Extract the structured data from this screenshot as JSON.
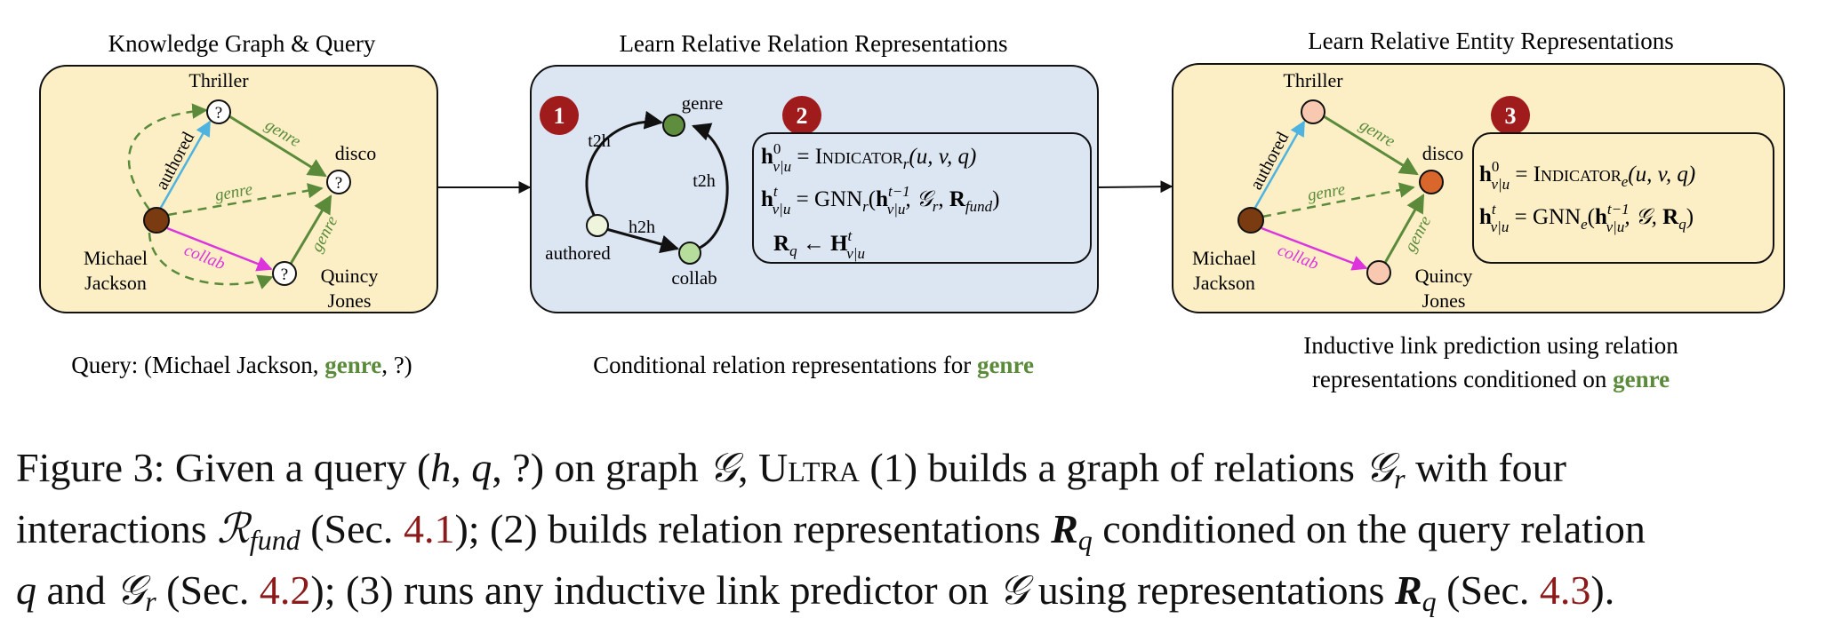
{
  "panel1": {
    "title": "Knowledge Graph & Query",
    "node_labels": {
      "thriller": "Thriller",
      "disco": "disco",
      "michael": [
        "Michael",
        "Jackson"
      ],
      "quincy": [
        "Quincy",
        "Jones"
      ]
    },
    "unknown_mark": "?",
    "edge_labels": {
      "authored": "authored",
      "genre_top": "genre",
      "genre_mid": "genre",
      "genre_right": "genre",
      "collab": "collab"
    },
    "query": {
      "prefix": "Query: (Michael Jackson, ",
      "relation": "genre",
      "suffix": ", ?)"
    }
  },
  "panel2": {
    "title": "Learn Relative Relation Representations",
    "badge1": "1",
    "badge2": "2",
    "node_labels": {
      "genre": "genre",
      "authored": "authored",
      "collab": "collab"
    },
    "edge_labels": {
      "t2h_left": "t2h",
      "t2h_right": "t2h",
      "h2h": "h2h"
    },
    "equations": [
      {
        "lhs": "h",
        "sup": "0",
        "sub": "v|u",
        "rhs": " = INDICATOR",
        "rhs_sub": "r",
        "rhs_tail": "(u, v, q)"
      },
      {
        "lhs": "h",
        "sup": "t",
        "sub": "v|u",
        "rhs": " = GNN",
        "rhs_sub": "r",
        "rhs_tail": "(h^{t−1}_{v|u}, G_r, R_fund)"
      },
      {
        "lhs": "R",
        "sub": "q",
        "rhs": " ← H",
        "rhs_sup": "t",
        "rhs_sub": "v|u"
      }
    ],
    "caption": {
      "prefix": "Conditional relation representations for ",
      "relation": "genre"
    }
  },
  "panel3": {
    "title": "Learn Relative Entity Representations",
    "badge3": "3",
    "node_labels": {
      "thriller": "Thriller",
      "disco": "disco",
      "michael": [
        "Michael",
        "Jackson"
      ],
      "quincy": [
        "Quincy",
        "Jones"
      ]
    },
    "edge_labels": {
      "authored": "authored",
      "genre_top": "genre",
      "genre_mid": "genre",
      "genre_right": "genre",
      "collab": "collab"
    },
    "equations": [
      {
        "lhs": "h",
        "sup": "0",
        "sub": "v|u",
        "rhs": " = INDICATOR",
        "rhs_sub": "e",
        "rhs_tail": "(u, v, q)"
      },
      {
        "lhs": "h",
        "sup": "t",
        "sub": "v|u",
        "rhs": " = GNN",
        "rhs_sub": "e",
        "rhs_tail": "(h^{t−1}_{v|u}, G, R_q)"
      }
    ],
    "caption": {
      "line1": "Inductive link prediction using relation",
      "line2_prefix": "representations conditioned on ",
      "relation": "genre"
    }
  },
  "figure_caption": {
    "figure_label": "Figure 3:",
    "ultra": "Ultra",
    "sec1": "4.1",
    "sec2": "4.2",
    "sec3": "4.3"
  },
  "colors": {
    "panel1_fill": "#fcefc6",
    "panel2_fill": "#dce5f2",
    "panel3_fill": "#fcefc6",
    "genre_green": "#5a8a3a",
    "authored_blue": "#4fb3e0",
    "collab_magenta": "#dd33dd",
    "badge_red": "#a01c1c",
    "michael_brown": "#7b3b10",
    "disco_orange": "#d9662a",
    "peach": "#f8c9b0",
    "genre_node_green": "#5f8d3e",
    "light_green": "#b6dd9c"
  }
}
